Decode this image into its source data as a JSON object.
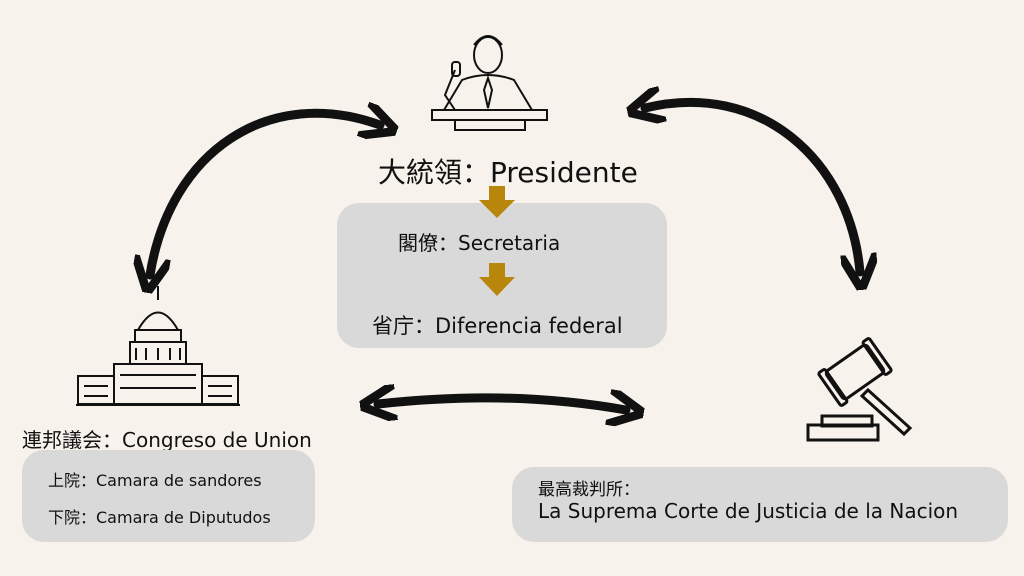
{
  "president": {
    "label": "大統領：Presidente"
  },
  "executive": {
    "secretaria": "閣僚：Secretaria",
    "federal": "省庁：Diferencia federal"
  },
  "congress": {
    "label": "連邦議会：Congreso de Union",
    "upper": "上院：Camara de sandores",
    "lower": "下院：Camara de Diputudos"
  },
  "court": {
    "label": "最高裁判所：",
    "name": "La Suprema Corte de Justicia de la Nacion"
  },
  "colors": {
    "background": "#f7f3ec",
    "box": "#d9d9d9",
    "flow_arrow": "#b8860b",
    "arrow": "#111111"
  }
}
